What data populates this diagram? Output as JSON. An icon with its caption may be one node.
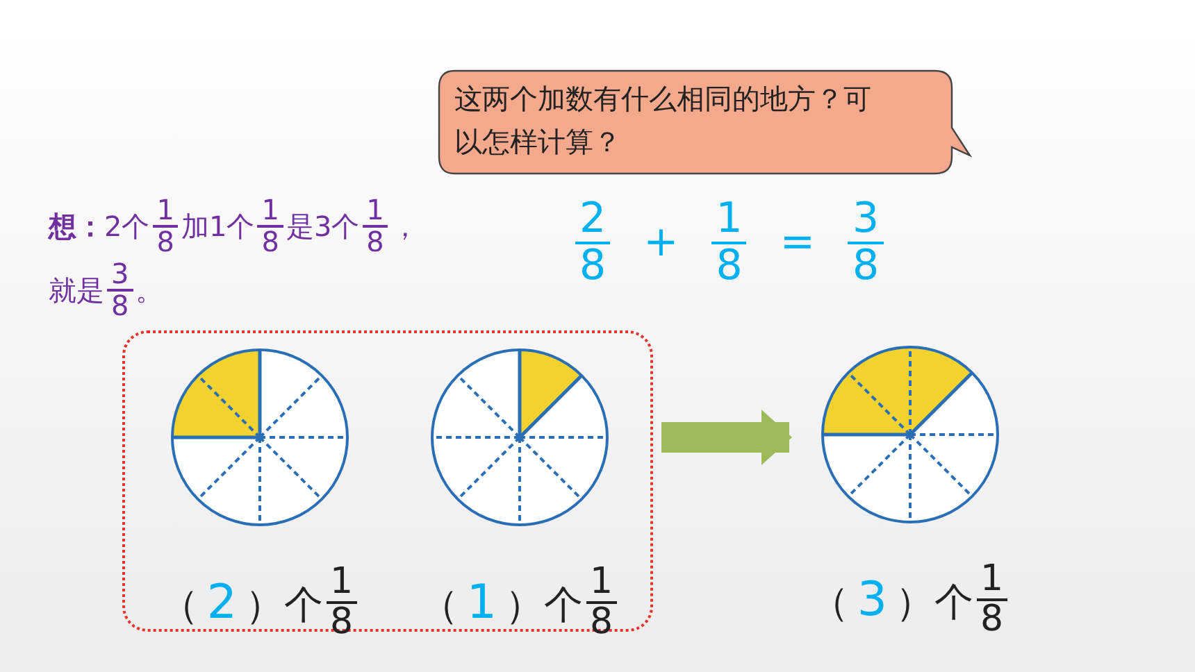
{
  "diagram": {
    "nodes": [
      {
        "text": [
          "这两个加数有什么相同的地方？可以怎样计算？"
        ]
      },
      {
        "text": [],
        "shape": "box"
      },
      {
        "text": [],
        "shape": "circle",
        "in": 1,
        "beside": [
          "（2）个",
          "1",
          "8"
        ]
      },
      {
        "text": [],
        "shape": "circle",
        "in": 1,
        "beside": [
          "（1）个",
          "1",
          "8"
        ]
      },
      {
        "text": [],
        "shape": "circle",
        "beside": [
          "（3）个",
          "1",
          "8"
        ]
      }
    ],
    "edges": [
      {
        "from": 1,
        "to": 4,
        "arrow": "to"
      }
    ],
    "labels": [
      "**想：**2个",
      "1",
      "8",
      "加1个",
      "1",
      "8",
      "是3个",
      "1",
      "8",
      "，",
      "就是",
      "3",
      "8",
      "。",
      "2",
      "8",
      "+",
      "1",
      "8",
      "=",
      "3",
      "8"
    ]
  }
}
